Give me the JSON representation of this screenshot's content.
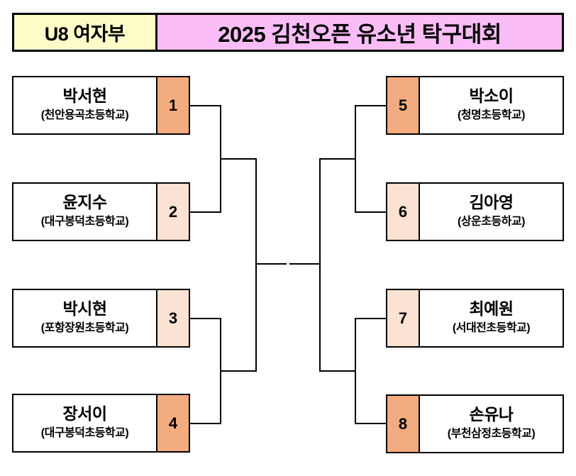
{
  "header": {
    "division": "U8 여자부",
    "title": "2025 김천오픈 유소년 탁구대회",
    "division_bg": "#FDFBC8",
    "title_bg": "#FBBDF7"
  },
  "palette": {
    "seed_dark": "#F2AC7F",
    "seed_light": "#FCE2D2",
    "line": "#000000",
    "box_bg": "#FFFFFF"
  },
  "bracket": {
    "type": "single-elimination",
    "rounds": 3,
    "slots": 8,
    "left": [
      {
        "seed": "1",
        "name": "박서현",
        "school": "(천안용곡초등학교)",
        "shade": "dark"
      },
      {
        "seed": "2",
        "name": "윤지수",
        "school": "(대구봉덕초등학교)",
        "shade": "light"
      },
      {
        "seed": "3",
        "name": "박시현",
        "school": "(포항장원초등학교)",
        "shade": "light"
      },
      {
        "seed": "4",
        "name": "장서이",
        "school": "(대구봉덕초등학교)",
        "shade": "dark"
      }
    ],
    "right": [
      {
        "seed": "5",
        "name": "박소이",
        "school": "(청명초등학교)",
        "shade": "dark"
      },
      {
        "seed": "6",
        "name": "김아영",
        "school": "(상운초등하교)",
        "shade": "light"
      },
      {
        "seed": "7",
        "name": "최예원",
        "school": "(서대전초등학교)",
        "shade": "light"
      },
      {
        "seed": "8",
        "name": "손유나",
        "school": "(부천삼정초등학교)",
        "shade": "dark"
      }
    ],
    "matchups": [
      {
        "round": 1,
        "side": "left",
        "pair": [
          "1",
          "2"
        ]
      },
      {
        "round": 1,
        "side": "left",
        "pair": [
          "3",
          "4"
        ]
      },
      {
        "round": 1,
        "side": "right",
        "pair": [
          "5",
          "6"
        ]
      },
      {
        "round": 1,
        "side": "right",
        "pair": [
          "7",
          "8"
        ]
      },
      {
        "round": 2,
        "side": "left",
        "pair": [
          "winner 1-2",
          "winner 3-4"
        ]
      },
      {
        "round": 2,
        "side": "right",
        "pair": [
          "winner 5-6",
          "winner 7-8"
        ]
      },
      {
        "round": 3,
        "side": "final",
        "pair": [
          "left finalist",
          "right finalist"
        ]
      }
    ]
  }
}
